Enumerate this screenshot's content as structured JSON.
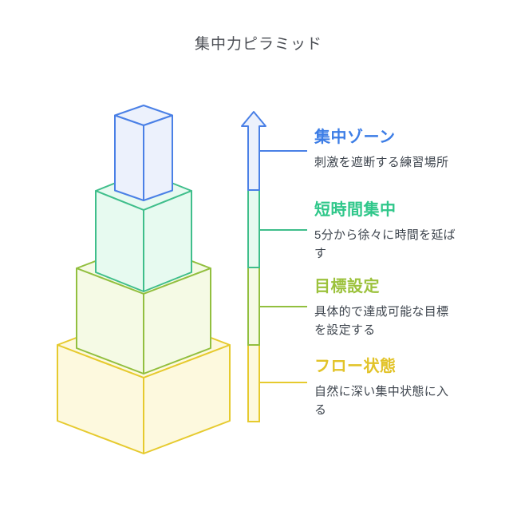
{
  "title": "集中力ピラミッド",
  "colors": {
    "title_text": "#4b4e54",
    "body_text": "#3e454e",
    "background": "#ffffff"
  },
  "levels": [
    {
      "name": "集中ゾーン",
      "description": "刺激を遮断する練習場所",
      "accent": "#4a80e6",
      "heading_color": "#3c7de6",
      "fill": "#ecf1fc"
    },
    {
      "name": "短時間集中",
      "description": "5分から徐々に時間を延ばす",
      "accent": "#3fbe8b",
      "heading_color": "#2fc78a",
      "fill": "#e7faf0"
    },
    {
      "name": "目標設定",
      "description": "具体的で達成可能な目標を設定する",
      "accent": "#92bf3f",
      "heading_color": "#9cc23c",
      "fill": "#f5fae5"
    },
    {
      "name": "フロー状態",
      "description": "自然に深い集中状態に入る",
      "accent": "#e6ca2e",
      "heading_color": "#e2c328",
      "fill": "#fdf9de"
    }
  ]
}
